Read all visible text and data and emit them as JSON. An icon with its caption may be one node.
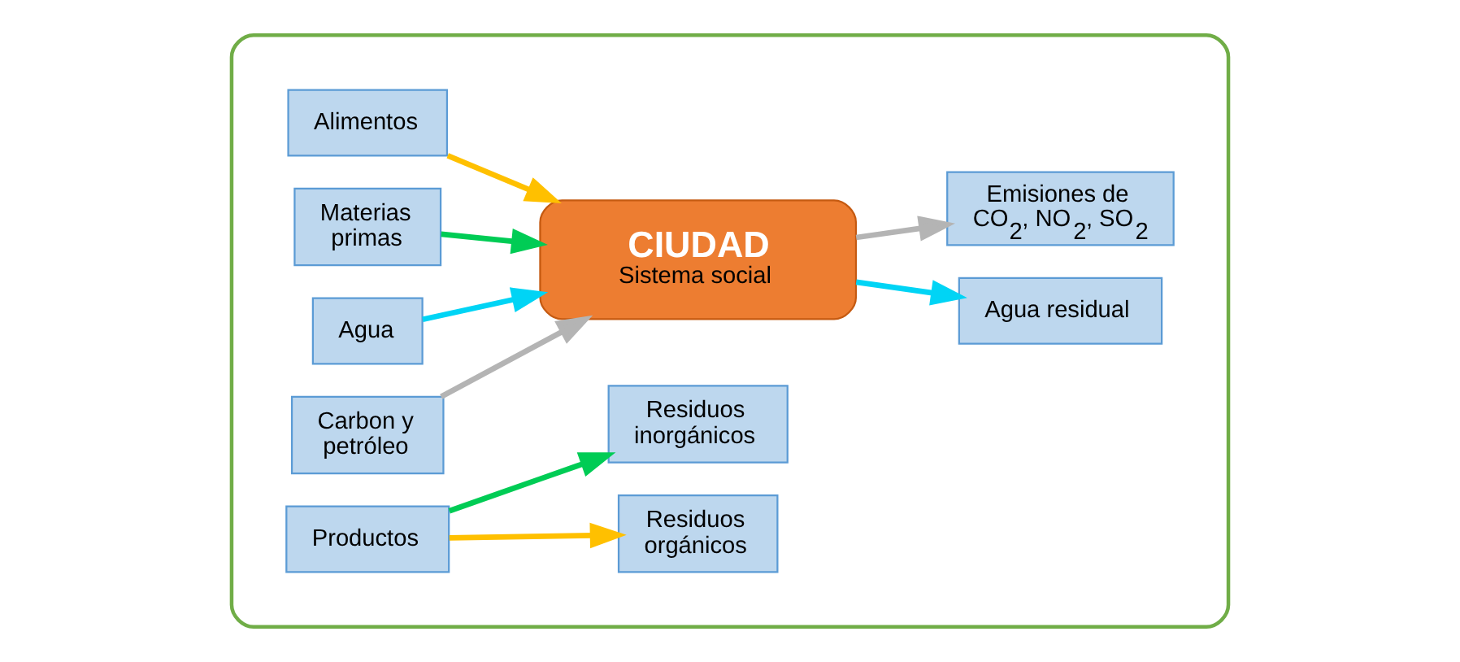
{
  "diagram": {
    "nodes": [
      {
        "text": [],
        "shape": "ellipse"
      },
      {
        "text": [
          "Alimentos"
        ],
        "in": 0
      },
      {
        "text": [
          "Materias primas"
        ],
        "in": 0
      },
      {
        "text": [
          "Agua"
        ],
        "in": 0
      },
      {
        "text": [
          "Carbon y petróleo"
        ],
        "in": 0
      },
      {
        "text": [
          "CIUDAD",
          "Sistema social"
        ],
        "in": 0
      },
      {
        "text": [
          "Productos"
        ],
        "in": 0
      },
      {
        "text": [
          "Residuos orgánicos"
        ],
        "in": 0
      },
      {
        "text": [
          "Residuos inorgánicos"
        ],
        "in": 0
      },
      {
        "text": [
          "Agua residual"
        ],
        "in": 0
      },
      {
        "text": [
          "Emisiones de CO$_{2}$, NO$_{2}$, SO$_{2}$"
        ],
        "in": 0
      }
    ],
    "edges": [
      {
        "from": 1,
        "to": 5,
        "arrow": "to",
        "color": "#ffc000"
      },
      {
        "from": 2,
        "to": 5,
        "arrow": "to",
        "color": "#00cc55"
      },
      {
        "from": 3,
        "to": 5,
        "arrow": "to",
        "color": "#00d4f5"
      },
      {
        "from": 4,
        "to": 5,
        "arrow": "to",
        "color": "#b4b4b4"
      },
      {
        "from": 6,
        "to": 7,
        "arrow": "to",
        "color": "#ffc000"
      },
      {
        "from": 6,
        "to": 8,
        "arrow": "to",
        "color": "#00cc55"
      },
      {
        "from": 5,
        "to": 9,
        "arrow": "to",
        "color": "#00d4f5"
      },
      {
        "from": 5,
        "to": 10,
        "arrow": "to",
        "color": "#b4b4b4"
      }
    ]
  }
}
